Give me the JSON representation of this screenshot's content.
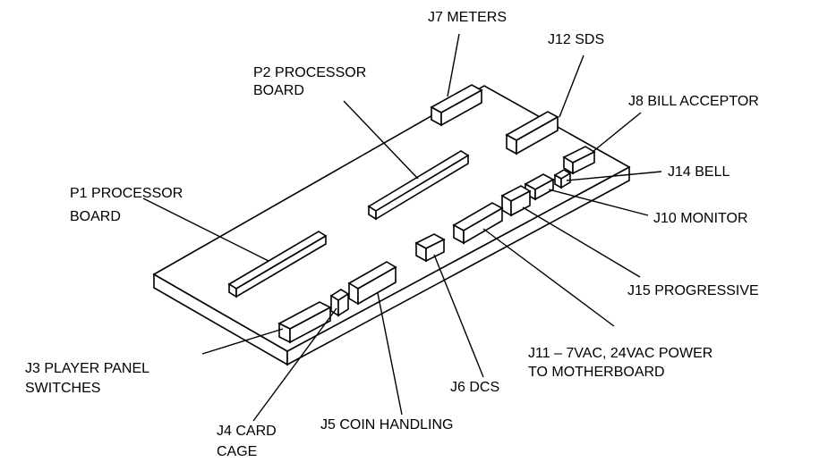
{
  "labels": {
    "j7": "J7 METERS",
    "j12": "J12 SDS",
    "p2_line1": "P2 PROCESSOR",
    "p2_line2": "BOARD",
    "j8": "J8 BILL ACCEPTOR",
    "j14": "J14 BELL",
    "p1_line1": "P1 PROCESSOR",
    "p1_line2": "BOARD",
    "j10": "J10 MONITOR",
    "j15": "J15 PROGRESSIVE",
    "j3_line1": "J3 PLAYER PANEL",
    "j3_line2": "SWITCHES",
    "j11_line1": "J11 – 7VAC, 24VAC POWER",
    "j11_line2": "TO MOTHERBOARD",
    "j6": "J6 DCS",
    "j4_line1": "J4 CARD",
    "j4_line2": "CAGE",
    "j5": "J5 COIN HANDLING"
  }
}
